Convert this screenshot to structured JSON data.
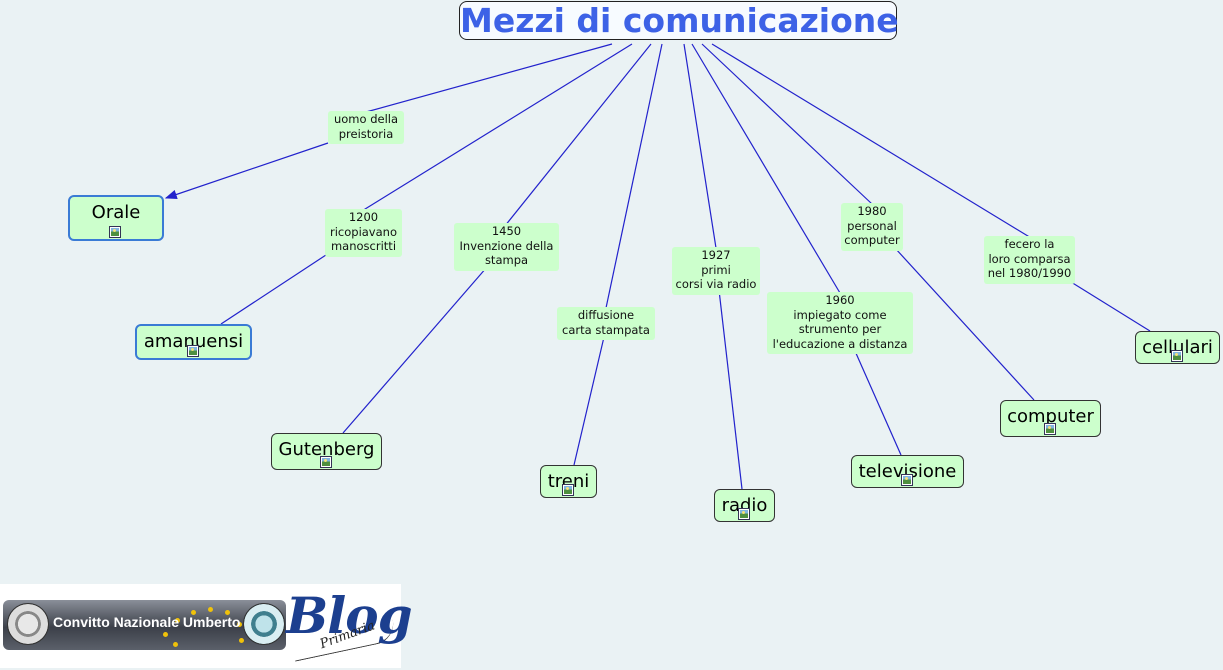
{
  "map": {
    "title": "Mezzi di comunicazione",
    "nodes": [
      {
        "id": "orale",
        "label": "Orale"
      },
      {
        "id": "amanuensi",
        "label": "amanuensi"
      },
      {
        "id": "gutenberg",
        "label": "Gutenberg"
      },
      {
        "id": "treni",
        "label": "treni"
      },
      {
        "id": "radio",
        "label": "radio"
      },
      {
        "id": "televisione",
        "label": "televisione"
      },
      {
        "id": "computer",
        "label": "computer"
      },
      {
        "id": "cellulari",
        "label": "cellulari"
      }
    ],
    "links": [
      {
        "to": "orale",
        "lines": [
          "uomo della",
          "preistoria"
        ],
        "arrow": true
      },
      {
        "to": "amanuensi",
        "lines": [
          "1200",
          "ricopiavano",
          "manoscritti"
        ],
        "arrow": false
      },
      {
        "to": "gutenberg",
        "lines": [
          "1450",
          "Invenzione della",
          "stampa"
        ],
        "arrow": false
      },
      {
        "to": "treni",
        "lines": [
          "diffusione",
          "carta stampata"
        ],
        "arrow": false
      },
      {
        "to": "radio",
        "lines": [
          "1927",
          "primi",
          "corsi via radio"
        ],
        "arrow": false
      },
      {
        "to": "televisione",
        "lines": [
          "1960",
          "impiegato come",
          "strumento per",
          "l'educazione a distanza"
        ],
        "arrow": false
      },
      {
        "to": "computer",
        "lines": [
          "1980",
          "personal",
          "computer"
        ],
        "arrow": false
      },
      {
        "to": "cellulari",
        "lines": [
          "fecero la",
          "loro comparsa",
          "nel 1980/1990"
        ],
        "arrow": false
      }
    ]
  },
  "banner": {
    "school": "Convitto Nazionale Umberto",
    "blog": "Blog",
    "sub": "Primaria"
  },
  "colors": {
    "title_text": "#3d62e6",
    "node_fill": "#ccffcc",
    "label_fill": "#ccffcc",
    "link_line": "#2222cc",
    "selected_border": "#3a7bd5",
    "background": "#eaf2f4"
  }
}
